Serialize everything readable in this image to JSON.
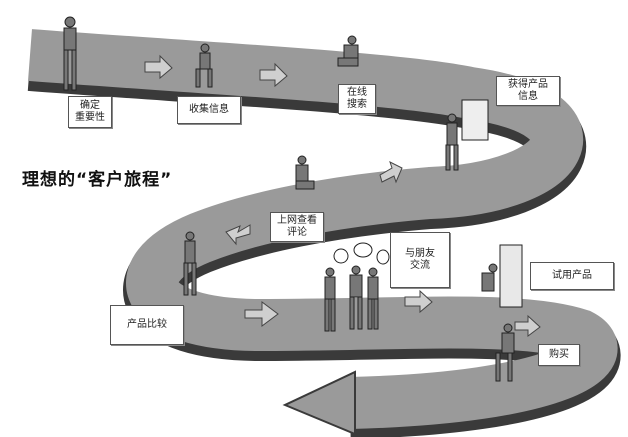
{
  "title": "理想的“客户旅程”",
  "steps": [
    {
      "label": "确定\n重要性"
    },
    {
      "label": "收集信息"
    },
    {
      "label": "在线\n搜索"
    },
    {
      "label": "获得产品\n信息"
    },
    {
      "label": "上网查看\n评论"
    },
    {
      "label": "与朋友\n交流"
    },
    {
      "label": "试用产品"
    },
    {
      "label": "产品比较"
    },
    {
      "label": "购买"
    }
  ],
  "colors": {
    "road": "#9a9a9a",
    "road_edge": "#555555",
    "arrow": "#c8c8c8"
  }
}
